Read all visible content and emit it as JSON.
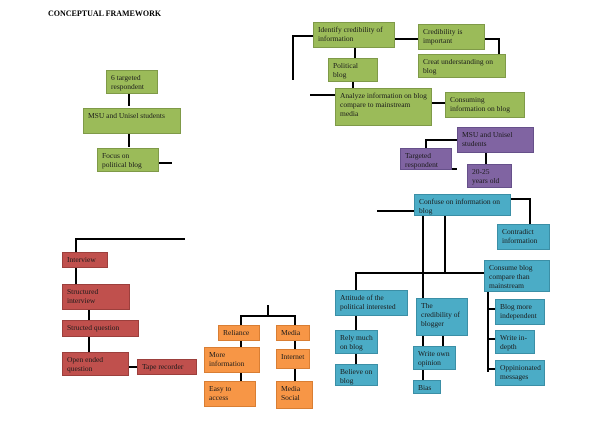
{
  "title": "CONCEPTUAL FRAMEWORK",
  "nodes": {
    "targeted_respondents_6": "6 targeted respondent",
    "msu_unisel_students_left": "MSU and Unisel students",
    "focus_political_blog": "Focus on political blog",
    "identify_credibility": "Identify credibility of information",
    "credibility_important": "Credibility is important",
    "creat_understanding": "Creat understanding on blog",
    "political_blog": "Political blog",
    "analyze_information": "Analyze information on blog compare to mainstream media",
    "consuming_information": "Consuming information on blog",
    "msu_unisel_students_right": "MSU and Unisel students",
    "targeted_respondent": "Targeted respondent",
    "age_20_25": "20-25 years old",
    "confuse_information": "Confuse on information on blog",
    "contradict_information": "Contradict information",
    "consume_blog_compare": "Consume blog compare than mainstream",
    "blog_more_independent": "Blog more independent",
    "write_in_depth": "Write in-depth",
    "oppinionated_messages": "Oppinionated messages",
    "attitude_political": "Attitude of the political interested",
    "rely_much": "Rely much on blog",
    "believe_blog": "Believe on blog",
    "credibility_blogger": "The credibility of blogger",
    "write_own_opinion": "Write own opinion",
    "bias": "Bias",
    "interview": "Interview",
    "structured_interview": "Structured interview",
    "structed_question": "Structed question",
    "open_ended_question": "Open ended question",
    "tape_recorder": "Tape recorder",
    "reliance": "Reliance",
    "more_information": "More information",
    "easy_access": "Easy to access",
    "media": "Media",
    "internet": "Internet",
    "media_social": "Media Social"
  }
}
